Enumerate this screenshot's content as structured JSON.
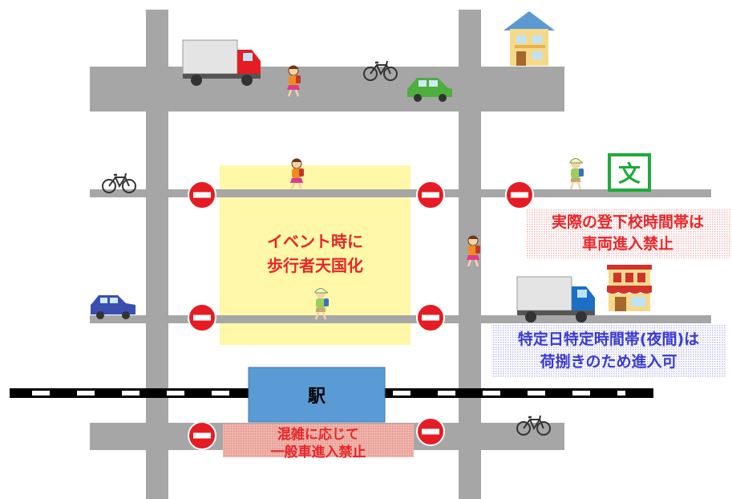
{
  "colors": {
    "road": "#a6a6a6",
    "zone_fill": "#fff8a8",
    "red_text": "#e8262a",
    "blue_text": "#3b3bd0",
    "no_entry": "#e51c23",
    "station": "#5b9bd5",
    "school_green": "#1faa3a"
  },
  "labels": {
    "zone_line1": "イベント時に",
    "zone_line2": "歩行者天国化",
    "school_line1": "実際の登下校時間帯は",
    "school_line2": "車両進入禁止",
    "delivery_line1": "特定日特定時間帯(夜間)は",
    "delivery_line2": "荷捌きのため進入可",
    "station": "駅",
    "crowd_line1": "混雑に応じて",
    "crowd_line2": "一般車進入禁止",
    "school_icon": "文"
  },
  "icons": {
    "house": "house-icon",
    "shop": "shop-icon",
    "school": "school-sign-icon",
    "truck": "truck-icon",
    "car": "car-icon",
    "bicycle": "bicycle-icon",
    "child": "child-icon",
    "no_entry": "no-entry-sign-icon"
  }
}
